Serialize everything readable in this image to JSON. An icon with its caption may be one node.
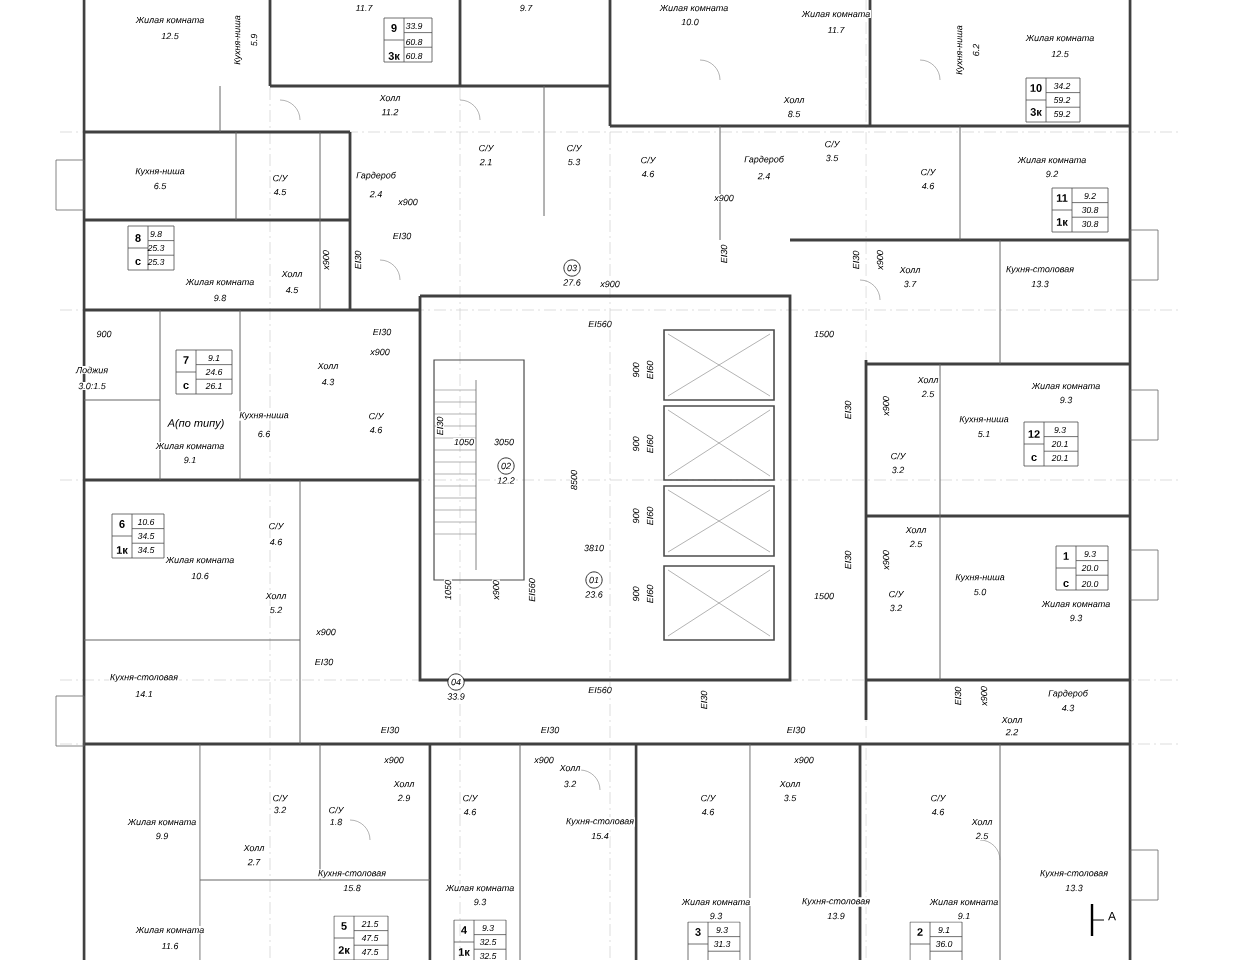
{
  "diagram": {
    "nodes": [
      {
        "text": [
          "03"
        ],
        "beside": [
          "27.6"
        ]
      },
      {
        "text": [
          "02"
        ],
        "beside": [
          "12.2"
        ]
      },
      {
        "text": [
          "01"
        ],
        "beside": [
          "23.6"
        ]
      },
      {
        "text": [
          "04"
        ],
        "beside": [
          "33.9"
        ]
      }
    ],
    "labels": [
      "Жилая комната",
      "12.5",
      "Кухня-ниша",
      "5.9",
      "11.7",
      "9",
      "33.9",
      "60.8",
      "3к",
      "60.8",
      "9.7",
      "Жилая комната",
      "10.0",
      "Жилая комната",
      "11.7",
      "Кухня-ниша",
      "6.2",
      "Жилая комната",
      "12.5",
      "10",
      "34.2",
      "59.2",
      "3к",
      "59.2",
      "Холл",
      "11.2",
      "Холл",
      "8.5",
      "Кухня-ниша",
      "6.5",
      "С/У",
      "4.5",
      "Гардероб",
      "2.4",
      "С/У",
      "2.1",
      "С/У",
      "5.3",
      "С/У",
      "4.6",
      "Гардероб",
      "2.4",
      "С/У",
      "3.5",
      "С/У",
      "4.6",
      "Жилая комната",
      "9.2",
      "x900",
      "x900",
      "EI30",
      "11",
      "9.2",
      "30.8",
      "1к",
      "30.8",
      "8",
      "9.8",
      "25.3",
      "с",
      "25.3",
      "x900",
      "EI30",
      "Жилая комната",
      "9.8",
      "Холл",
      "4.5",
      "EI30",
      "EI30",
      "x900",
      "Холл",
      "Кухня-столовая",
      "x900",
      "3.7",
      "13.3",
      "EI560",
      "900",
      "EI30",
      "1500",
      "x900",
      "7",
      "9.1",
      "24.6",
      "с",
      "26.1",
      "Холл",
      "4.3",
      "Лоджия",
      "3.0:1.5",
      "900",
      "EI60",
      "Холл",
      "2.5",
      "Жилая комната",
      "9.3",
      "EI30",
      "x900",
      "С/У",
      "4.6",
      "Кухня-ниша",
      "6.6",
      "А(по типу)",
      "Кухня-ниша",
      "5.1",
      "EI30",
      "1050",
      "3050",
      "12",
      "9.3",
      "20.1",
      "с",
      "20.1",
      "900",
      "EI60",
      "Жилая комната",
      "9.1",
      "С/У",
      "3.2",
      "8500",
      "900",
      "EI60",
      "6",
      "10.6",
      "34.5",
      "1к",
      "34.5",
      "С/У",
      "4.6",
      "Холл",
      "2.5",
      "3810",
      "1",
      "9.3",
      "20.0",
      "с",
      "20.0",
      "Жилая комната",
      "10.6",
      "EI30",
      "x900",
      "Кухня-ниша",
      "Холл",
      "1050",
      "x900",
      "EI560",
      "900",
      "EI60",
      "1500",
      "С/У",
      "5.0",
      "5.2",
      "3.2",
      "Жилая комната",
      "9.3",
      "x900",
      "EI30",
      "Кухня-столовая",
      "14.1",
      "EI560",
      "Гардероб",
      "4.3",
      "EI30",
      "EI30",
      "x900",
      "Холл",
      "EI30",
      "EI30",
      "EI30",
      "2.2",
      "x900",
      "x900",
      "x900",
      "Холл",
      "Холл",
      "3.2",
      "Холл",
      "С/У",
      "2.9",
      "С/У",
      "С/У",
      "3.5",
      "С/У",
      "3.2",
      "С/У",
      "4.6",
      "4.6",
      "4.6",
      "Жилая комната",
      "1.8",
      "Кухня-столовая",
      "Холл",
      "9.9",
      "15.4",
      "2.5",
      "Холл",
      "2.7",
      "Кухня-столовая",
      "Кухня-столовая",
      "15.8",
      "Жилая комната",
      "13.3",
      "9.3",
      "Жилая комната",
      "Кухня-столовая",
      "Жилая комната",
      "9.3",
      "13.9",
      "9.1",
      "А",
      "Жилая комната",
      "5",
      "21.5",
      "4",
      "9.3",
      "3",
      "9.3",
      "2",
      "9.1",
      "11.6",
      "47.5",
      "32.5",
      "31.3",
      "36.0",
      "2к",
      "47.5",
      "1к",
      "32.5"
    ]
  }
}
